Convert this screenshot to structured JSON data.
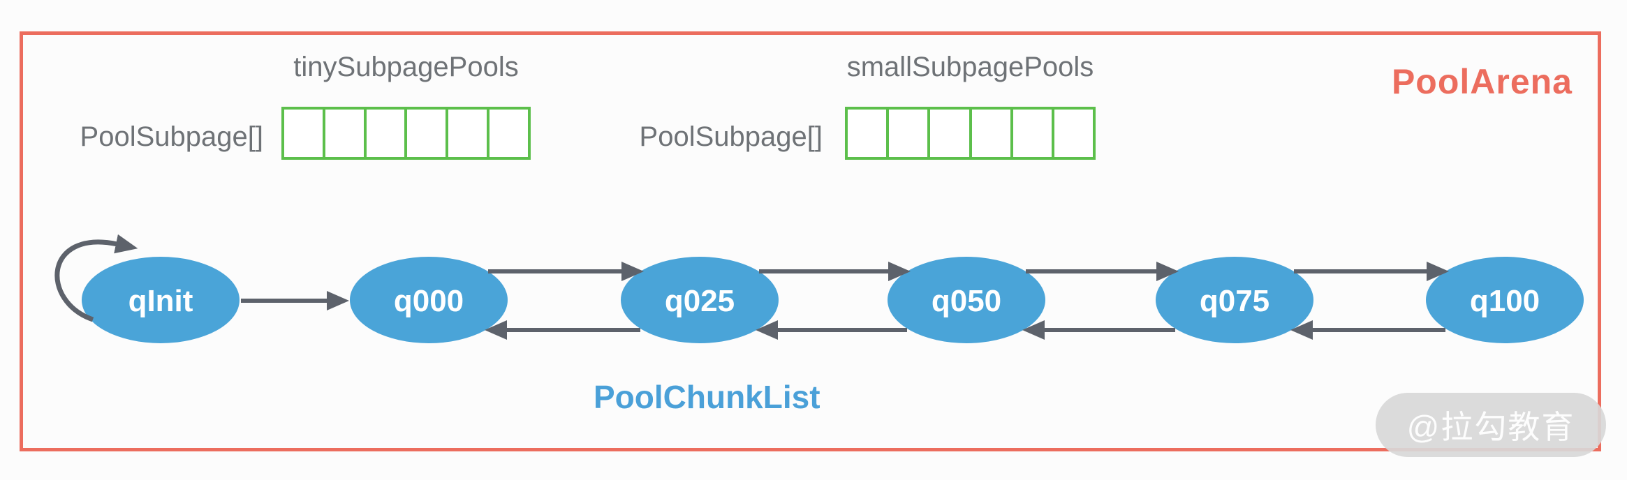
{
  "arena": {
    "title": "PoolArena"
  },
  "subpage_sections": [
    {
      "id": "tiny",
      "title": "tinySubpagePools",
      "array_label": "PoolSubpage[]",
      "cell_count": 6
    },
    {
      "id": "small",
      "title": "smallSubpagePools",
      "array_label": "PoolSubpage[]",
      "cell_count": 6
    }
  ],
  "chunk_list": {
    "label": "PoolChunkList",
    "nodes": [
      {
        "label": "qInit"
      },
      {
        "label": "q000"
      },
      {
        "label": "q025"
      },
      {
        "label": "q050"
      },
      {
        "label": "q075"
      },
      {
        "label": "q100"
      }
    ],
    "edges": [
      "qInit->qInit (self loop)",
      "qInit->q000",
      "q000<->q025",
      "q025<->q050",
      "q050<->q075",
      "q075<->q100"
    ]
  },
  "watermark": {
    "text": "@拉勾教育"
  },
  "colors": {
    "arena_border": "#ec6d5e",
    "arena_title": "#ec6d5e",
    "grid_green": "#5cbf4b",
    "node_blue": "#4aa4d8",
    "arrow_gray": "#5d626b",
    "label_gray": "#6e7276",
    "chunklist_blue": "#4aa0d8",
    "background": "#fcfcfc"
  }
}
